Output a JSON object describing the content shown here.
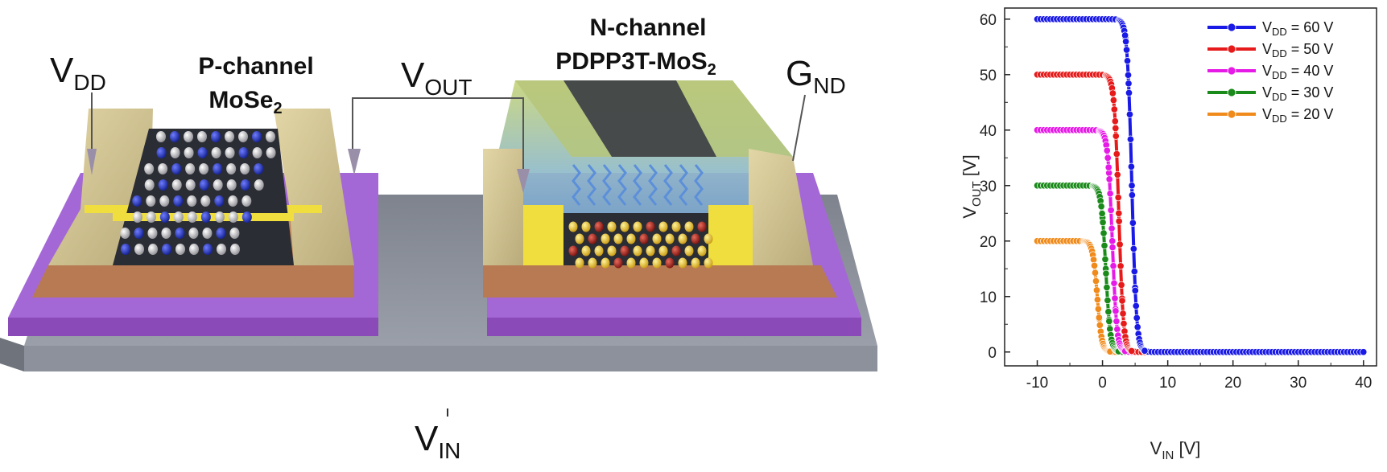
{
  "device": {
    "vdd": {
      "main": "V",
      "sub": "DD"
    },
    "vout": {
      "main": "V",
      "sub": "OUT"
    },
    "gnd": {
      "main": "G",
      "sub": "ND"
    },
    "vin": {
      "main": "V",
      "sub": "IN"
    },
    "p_channel": {
      "line1": "P-channel",
      "line2_main": "MoSe",
      "line2_sub": "2"
    },
    "n_channel": {
      "line1": "N-channel",
      "line2_main": "PDPP3T-MoS",
      "line2_sub": "2"
    },
    "colors": {
      "substrate": "#8a8f9b",
      "dielectric": "#9b55c9",
      "contact": "#d9c998",
      "gold": "#e8d23a",
      "copper": "#b97a55",
      "polymer": "#7fb4d6",
      "p_atom_dark": "#1f2fb0",
      "n_atom": "#e0b81a",
      "n_atom_red": "#b0281f"
    }
  },
  "chart_data": {
    "type": "line",
    "xlabel": {
      "main": "V",
      "sub": "IN",
      "unit": " [V]"
    },
    "ylabel": {
      "main": "V",
      "sub": "OUT",
      "unit": " [V]"
    },
    "xlim": [
      -15,
      42
    ],
    "ylim": [
      -2.5,
      62
    ],
    "xticks": [
      -10,
      0,
      10,
      20,
      30,
      40
    ],
    "xtick_labels": [
      "-10",
      "0",
      "10",
      "20",
      "30",
      "40"
    ],
    "yticks": [
      0,
      10,
      20,
      30,
      40,
      50,
      60
    ],
    "ytick_labels": [
      "0",
      "10",
      "20",
      "30",
      "40",
      "50",
      "60"
    ],
    "legend_position": "top-right",
    "series": [
      {
        "name": "VDD = 60 V",
        "label_main": "V",
        "label_sub": "DD",
        "label_rest": " = 60 V",
        "vdd": 60,
        "vm": 4.5,
        "xmax": 40,
        "color": "#1a1ae6"
      },
      {
        "name": "VDD = 50 V",
        "label_main": "V",
        "label_sub": "DD",
        "label_rest": " = 50 V",
        "vdd": 50,
        "vm": 2.5,
        "xmax": 30,
        "color": "#e61a1a"
      },
      {
        "name": "VDD = 40 V",
        "label_main": "V",
        "label_sub": "DD",
        "label_rest": " = 40 V",
        "vdd": 40,
        "vm": 1.5,
        "xmax": 30,
        "color": "#e61ae6"
      },
      {
        "name": "VDD = 30 V",
        "label_main": "V",
        "label_sub": "DD",
        "label_rest": " = 30 V",
        "vdd": 30,
        "vm": 0.5,
        "xmax": 30,
        "color": "#1a8a1a"
      },
      {
        "name": "VDD = 20 V",
        "label_main": "V",
        "label_sub": "DD",
        "label_rest": " = 20 V",
        "vdd": 20,
        "vm": -0.8,
        "xmax": 30,
        "color": "#f08a1a"
      }
    ]
  }
}
